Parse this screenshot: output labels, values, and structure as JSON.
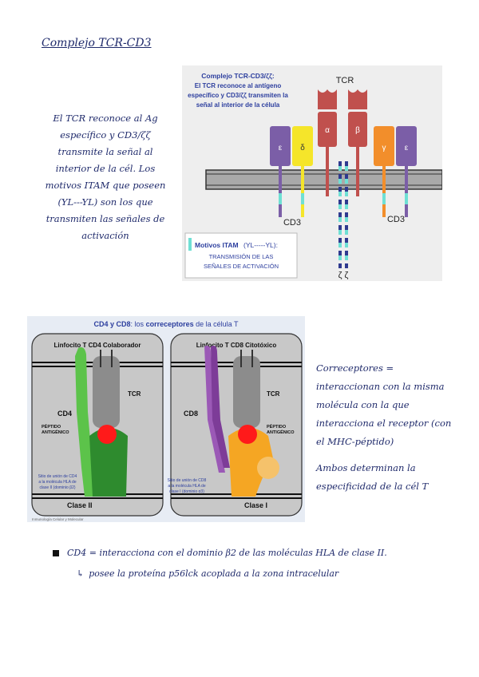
{
  "title": "Complejo TCR-CD3",
  "note1": "El TCR reconoce al Ag específico y CD3/ζζ transmite la señal al interior de la cél. Los motivos ITAM que poseen (YL---YL) son los que transmiten las señales de activación",
  "figure1": {
    "header1": "Complejo TCR-CD3/ζζ:",
    "header2": "El TCR reconoce al antígeno",
    "header3": "específico y CD3/ζζ transmiten la",
    "header4": "señal al interior de la célula",
    "tcr_label": "TCR",
    "chain_epsilon": "ε",
    "chain_delta": "δ",
    "chain_alpha": "α",
    "chain_beta": "β",
    "chain_gamma": "γ",
    "chain_epsilon2": "ε",
    "cd3_left": "CD3",
    "cd3_right": "CD3",
    "zeta_label": "ζ ζ",
    "itam_title": "Motivos ITAM",
    "itam_sub": "(YL-----YL):",
    "itam_line1": "TRANSMISIÓN DE LAS",
    "itam_line2": "SEÑALES DE ACTIVACIÓN"
  },
  "figure2": {
    "title_a": "CD4 y CD8",
    "title_b": ": los ",
    "title_c": "correceptores",
    "title_d": " de la célula T",
    "left_panel": "Linfocito T CD4 Colaborador",
    "right_panel": "Linfocito T CD8 Citotóxico",
    "tcr_left": "TCR",
    "tcr_right": "TCR",
    "cd4": "CD4",
    "cd8": "CD8",
    "peptide_left1": "PÉPTIDO",
    "peptide_left2": "ANTIGÉNICO",
    "peptide_right1": "PÉPTIDO",
    "peptide_right2": "ANTIGÉNICO",
    "site_cd4_1": "Sitio de unión de CD4",
    "site_cd4_2": "a la molécula HLA de",
    "site_cd4_3": "clase II (dominio β2)",
    "site_cd8_1": "Sitio de unión de CD8",
    "site_cd8_2": "a la molécula HLA de",
    "site_cd8_3": "clase I (dominio α3)",
    "class2": "Clase II",
    "class1": "Clase I",
    "credit": "Inmunología Celular y Molecular"
  },
  "note2": {
    "p1": "Correceptores = interaccionan con la misma molécula con la que interacciona el receptor (con el MHC-péptido)",
    "p2": "Ambos determinan la especificidad de la cél T"
  },
  "bullet": "CD4 = interacciona con el dominio β2 de las moléculas HLA de clase II.",
  "sub": "posee la proteína p56lck acoplada a la zona intracelular"
}
